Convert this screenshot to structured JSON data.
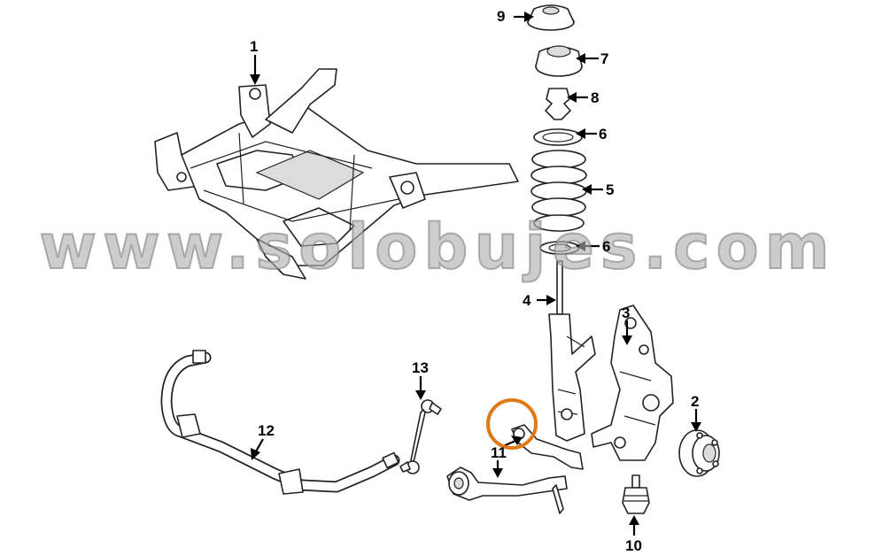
{
  "callouts": {
    "c1": "1",
    "c2": "2",
    "c3": "3",
    "c4": "4",
    "c5": "5",
    "c6": "6",
    "c6b": "6",
    "c7": "7",
    "c8": "8",
    "c9": "9",
    "c10": "10",
    "c11": "11",
    "c12": "12",
    "c13": "13"
  },
  "watermark": "www.solobujes.com",
  "colors": {
    "highlight": "#e07a16",
    "watermark": "#afafaf",
    "lines": "#222222"
  }
}
